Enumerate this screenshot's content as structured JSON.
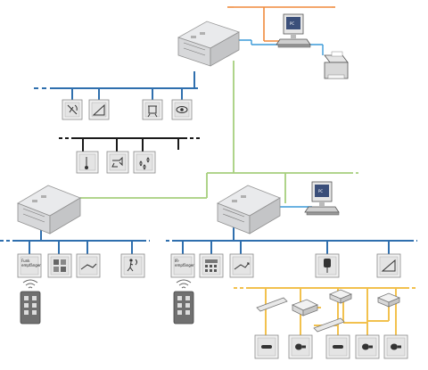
{
  "colors": {
    "blue_bus": "#2f6fae",
    "black_bus": "#1a1a1a",
    "green_link": "#a6cf7d",
    "orange_link": "#f08a3c",
    "yellow_bus": "#f2c14e",
    "cable_blue": "#3a9ad9"
  },
  "pc_top": {
    "screen_text": "PC"
  },
  "pc_right": {
    "screen_text": "PC"
  },
  "receiver_left": {
    "line1": "Funk",
    "line2": "empfänger"
  },
  "receiver_right": {
    "line1": "IR-",
    "line2": "empfänger"
  },
  "icons": {
    "top_bus": [
      "weather-station-icon",
      "dimmer-icon",
      "projector-screen-icon",
      "presence-sensor-icon"
    ],
    "black_bus": [
      "thermometer-icon",
      "lamp-icon",
      "rain-sensor-icon"
    ],
    "left_bus": [
      "radio-receiver-icon",
      "switch-panel-icon",
      "blind-actuator-icon",
      "motion-detector-icon"
    ],
    "right_bus": [
      "ir-receiver-icon",
      "keypad-icon",
      "shutter-actuator-icon",
      "key-switch-icon",
      "dimmer-actuator-icon"
    ],
    "yellow_bus": [
      "lamp-panel-icon",
      "bulb-dimmer-icon",
      "lamp-panel-icon",
      "bulb-dimmer-icon",
      "bulb-dimmer-icon"
    ]
  }
}
